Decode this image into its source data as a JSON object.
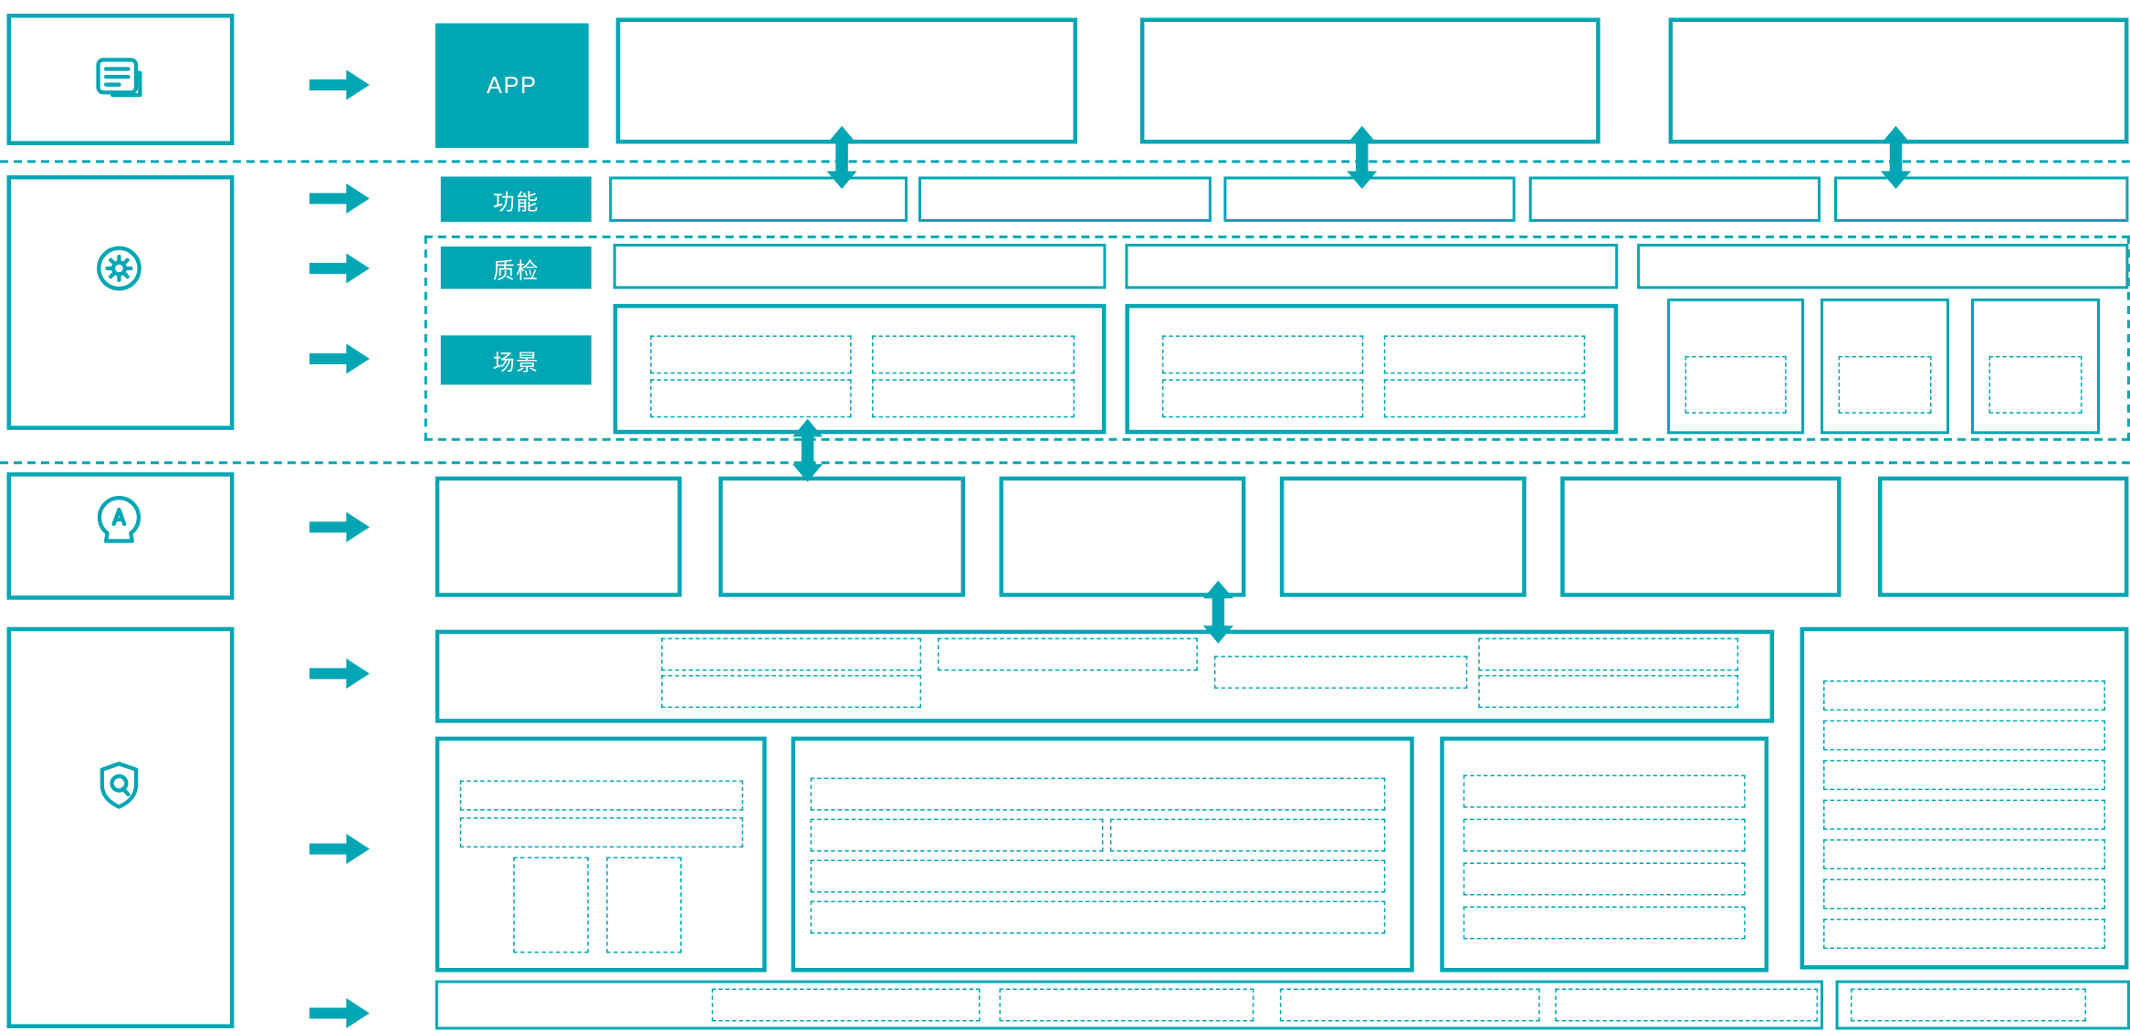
{
  "colors": {
    "accent": "#00a6b3"
  },
  "diagram": {
    "row_labels": {
      "app": "APP",
      "function": "功能",
      "quality_check": "质检",
      "scenario": "场景"
    },
    "icons": [
      "database-icon",
      "agent-gear-icon",
      "ai-head-icon",
      "shield-quality-icon",
      "flow-right-arrow-icon",
      "flow-vertical-arrow-icon"
    ]
  }
}
